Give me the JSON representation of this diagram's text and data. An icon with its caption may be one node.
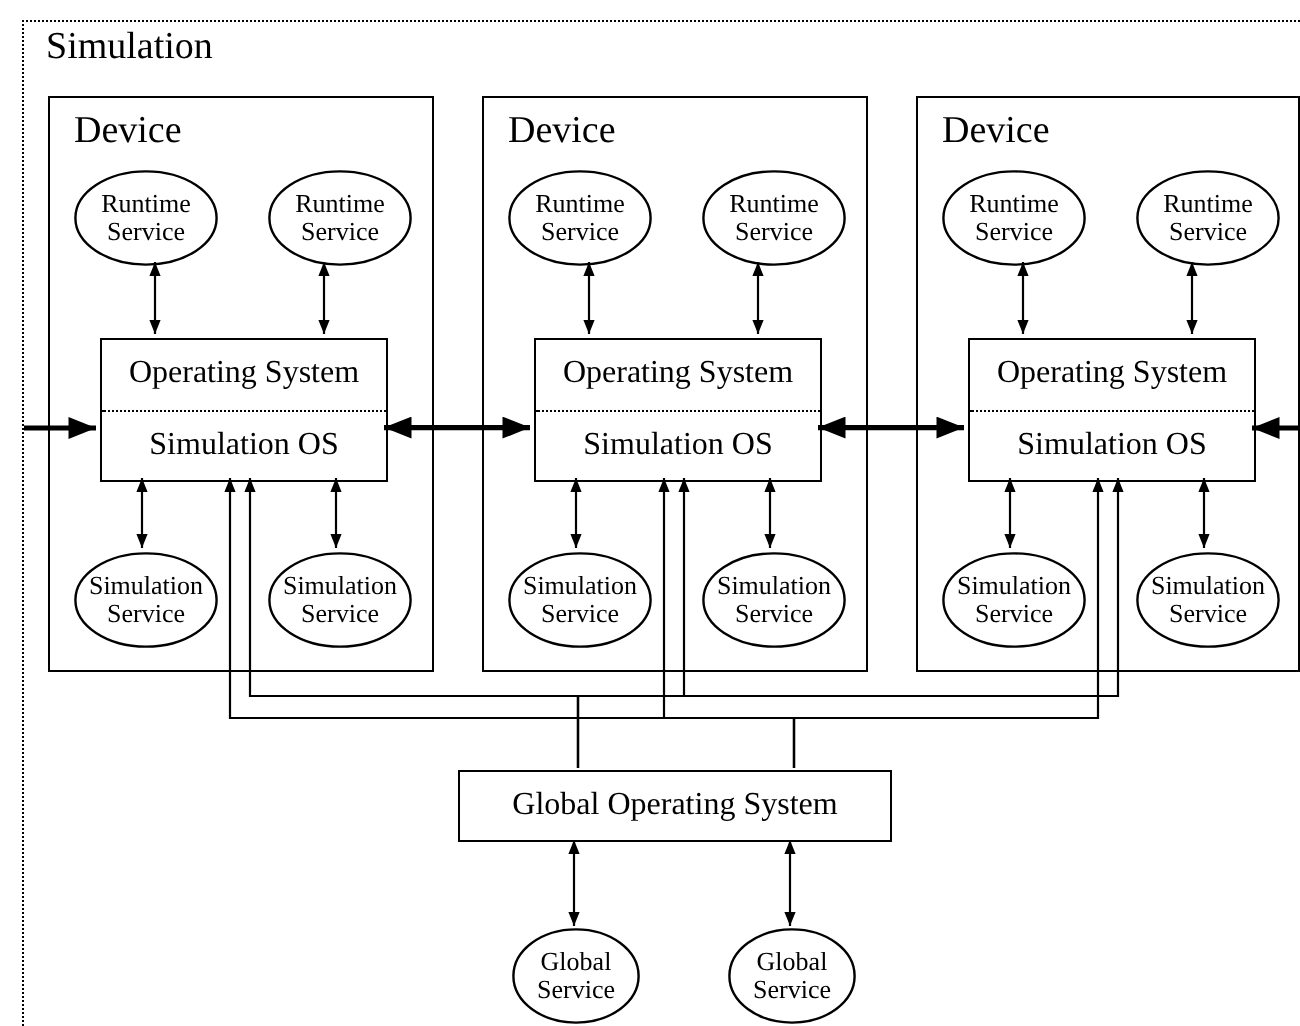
{
  "diagram": {
    "nodes": [
      {
        "text": [
          "Simulation"
        ]
      },
      {
        "text": [
          "Device"
        ],
        "in": 0
      },
      {
        "text": [
          "Runtime Service"
        ],
        "in": 1
      },
      {
        "text": [
          "Runtime Service"
        ],
        "in": 1
      },
      {
        "text": [
          "Operating System",
          "Simulation OS"
        ],
        "in": 1
      },
      {
        "text": [
          "Simulation Service"
        ],
        "in": 1
      },
      {
        "text": [
          "Simulation Service"
        ],
        "in": 1
      },
      {
        "text": [
          "Device"
        ],
        "in": 0
      },
      {
        "text": [
          "Runtime Service"
        ],
        "in": 7
      },
      {
        "text": [
          "Runtime Service"
        ],
        "in": 7
      },
      {
        "text": [
          "Operating System",
          "Simulation OS"
        ],
        "in": 7
      },
      {
        "text": [
          "Simulation Service"
        ],
        "in": 7
      },
      {
        "text": [
          "Simulation Service"
        ],
        "in": 7
      },
      {
        "text": [
          "Device"
        ],
        "in": 0
      },
      {
        "text": [
          "Runtime Service"
        ],
        "in": 13
      },
      {
        "text": [
          "Runtime Service"
        ],
        "in": 13
      },
      {
        "text": [
          "Operating System",
          "Simulation OS"
        ],
        "in": 13
      },
      {
        "text": [
          "Simulation Service"
        ],
        "in": 13
      },
      {
        "text": [
          "Simulation Service"
        ],
        "in": 13
      },
      {
        "text": [
          "Global Operating System"
        ],
        "in": 0
      },
      {
        "text": [
          "Global Service"
        ],
        "in": 0
      },
      {
        "text": [
          "Global Service"
        ],
        "in": 0
      }
    ],
    "edges": [
      {
        "from": 2,
        "to": 4,
        "arrow": "both"
      },
      {
        "from": 3,
        "to": 4,
        "arrow": "both"
      },
      {
        "from": 4,
        "to": 5,
        "arrow": "both"
      },
      {
        "from": 4,
        "to": 6,
        "arrow": "both"
      },
      {
        "from": 8,
        "to": 10,
        "arrow": "both"
      },
      {
        "from": 9,
        "to": 10,
        "arrow": "both"
      },
      {
        "from": 10,
        "to": 11,
        "arrow": "both"
      },
      {
        "from": 10,
        "to": 12,
        "arrow": "both"
      },
      {
        "from": 14,
        "to": 16,
        "arrow": "both"
      },
      {
        "from": 15,
        "to": 16,
        "arrow": "both"
      },
      {
        "from": 16,
        "to": 17,
        "arrow": "both"
      },
      {
        "from": 16,
        "to": 18,
        "arrow": "both"
      },
      {
        "from": null,
        "to": 4,
        "arrow": "to",
        "style": "thick"
      },
      {
        "from": 4,
        "to": 10,
        "arrow": "both",
        "style": "thick"
      },
      {
        "from": 10,
        "to": 16,
        "arrow": "both",
        "style": "thick"
      },
      {
        "from": null,
        "to": 16,
        "arrow": "to",
        "style": "thick"
      },
      {
        "from": 19,
        "to": 4,
        "arrow": "to"
      },
      {
        "from": 19,
        "to": 4,
        "arrow": "to"
      },
      {
        "from": 19,
        "to": 10,
        "arrow": "to"
      },
      {
        "from": 19,
        "to": 10,
        "arrow": "to"
      },
      {
        "from": 19,
        "to": 16,
        "arrow": "to"
      },
      {
        "from": 19,
        "to": 16,
        "arrow": "to"
      },
      {
        "from": 19,
        "to": 20,
        "arrow": "both"
      },
      {
        "from": 19,
        "to": 21,
        "arrow": "both"
      }
    ]
  }
}
